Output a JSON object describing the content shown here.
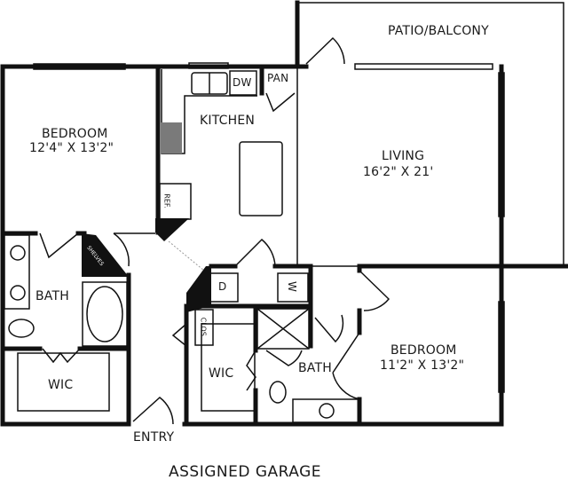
{
  "floorplan": {
    "rooms": {
      "patio": {
        "name": "PATIO/BALCONY"
      },
      "living": {
        "name": "LIVING",
        "dimensions": "16'2\" X 21'"
      },
      "kitchen": {
        "name": "KITCHEN"
      },
      "bedroom1": {
        "name": "BEDROOM",
        "dimensions": "12'4\" X 13'2\""
      },
      "bedroom2": {
        "name": "BEDROOM",
        "dimensions": "11'2\" X 13'2\""
      },
      "bath1": {
        "name": "BATH"
      },
      "bath2": {
        "name": "BATH"
      },
      "wic1": {
        "name": "WIC"
      },
      "wic2": {
        "name": "WIC"
      },
      "entry": {
        "name": "ENTRY"
      }
    },
    "fixtures": {
      "dishwasher": "DW",
      "pantry": "PAN",
      "refrigerator": "REF.",
      "dryer": "D",
      "washer": "W",
      "closet": "CLOS.",
      "shelves": "SHELVES"
    },
    "footer": {
      "label": "ASSIGNED GARAGE"
    },
    "colors": {
      "wall": "#111111",
      "background": "#ffffff",
      "range": "#7a7a7a"
    }
  }
}
